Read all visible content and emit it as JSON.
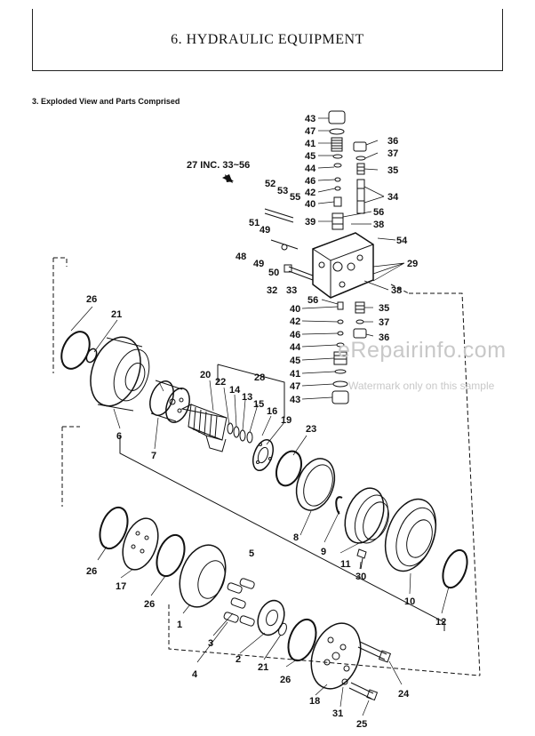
{
  "header": {
    "title": "6. HYDRAULIC EQUIPMENT"
  },
  "section_title": "3.  Exploded View and Parts Comprised",
  "assembly_label": "27 INC. 33~56",
  "watermark": {
    "main": "eRepairinfo.com",
    "sub": "Watermark only on this sample"
  },
  "callouts": [
    "43",
    "47",
    "41",
    "45",
    "44",
    "46",
    "42",
    "40",
    "39",
    "36",
    "37",
    "35",
    "34",
    "56",
    "38",
    "52",
    "53",
    "55",
    "51",
    "49",
    "54",
    "48",
    "49",
    "50",
    "29",
    "32",
    "33",
    "56",
    "38",
    "40",
    "35",
    "42",
    "37",
    "46",
    "36",
    "44",
    "45",
    "41",
    "47",
    "43",
    "26",
    "21",
    "20",
    "22",
    "14",
    "13",
    "15",
    "16",
    "19",
    "28",
    "6",
    "7",
    "23",
    "8",
    "9",
    "5",
    "11",
    "30",
    "10",
    "12",
    "26",
    "17",
    "26",
    "1",
    "3",
    "2",
    "4",
    "21",
    "26",
    "18",
    "31",
    "24",
    "25"
  ]
}
